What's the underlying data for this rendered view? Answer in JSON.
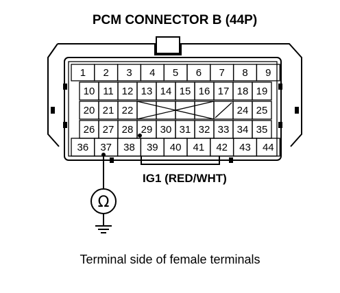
{
  "title": "PCM CONNECTOR B (44P)",
  "connector": {
    "rows": [
      [
        "1",
        "2",
        "3",
        "4",
        "5",
        "6",
        "7",
        "8",
        "9"
      ],
      [
        "10",
        "11",
        "12",
        "13",
        "14",
        "15",
        "16",
        "17",
        "18",
        "19"
      ],
      [
        "20",
        "21",
        "22",
        "",
        "",
        "",
        "",
        "",
        "24",
        "25"
      ],
      [
        "26",
        "27",
        "28",
        "29",
        "30",
        "31",
        "32",
        "33",
        "34",
        "35"
      ],
      [
        "36",
        "37",
        "38",
        "39",
        "40",
        "41",
        "42",
        "43",
        "44"
      ]
    ],
    "highlighted_pin": "29"
  },
  "wire_label": "IG1 (RED/WHT)",
  "meter_symbol": "Ω",
  "caption": "Terminal side of female terminals"
}
